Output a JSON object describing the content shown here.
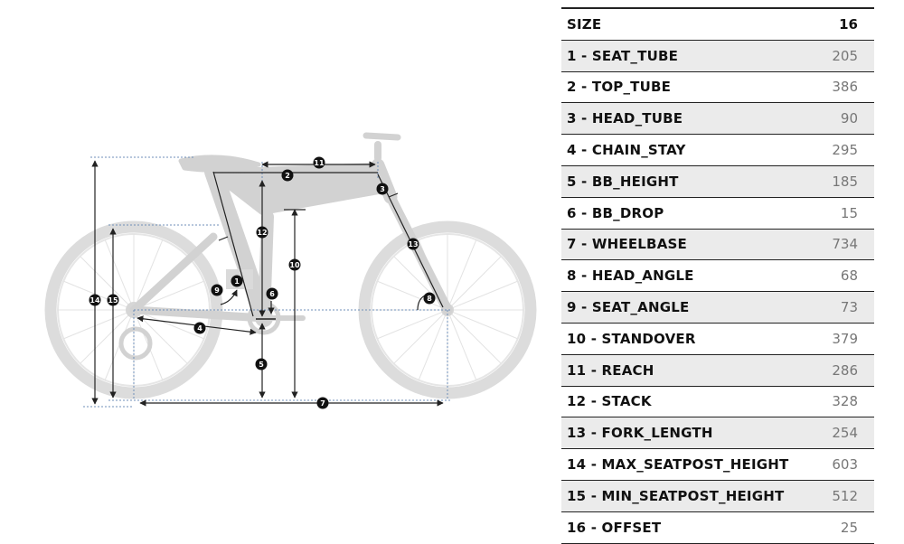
{
  "diagram": {
    "markers": [
      "1",
      "2",
      "3",
      "4",
      "5",
      "6",
      "7",
      "8",
      "9",
      "10",
      "11",
      "12",
      "13",
      "14",
      "15"
    ]
  },
  "table": {
    "header": {
      "label": "SIZE",
      "value": "16"
    },
    "rows": [
      {
        "label": "1 - SEAT_TUBE",
        "value": "205"
      },
      {
        "label": "2 - TOP_TUBE",
        "value": "386"
      },
      {
        "label": "3 - HEAD_TUBE",
        "value": "90"
      },
      {
        "label": "4 - CHAIN_STAY",
        "value": "295"
      },
      {
        "label": "5 - BB_HEIGHT",
        "value": "185"
      },
      {
        "label": "6 - BB_DROP",
        "value": "15"
      },
      {
        "label": "7 - WHEELBASE",
        "value": "734"
      },
      {
        "label": "8 - HEAD_ANGLE",
        "value": "68"
      },
      {
        "label": "9 - SEAT_ANGLE",
        "value": "73"
      },
      {
        "label": "10 - STANDOVER",
        "value": "379"
      },
      {
        "label": "11 - REACH",
        "value": "286"
      },
      {
        "label": "12 - STACK",
        "value": "328"
      },
      {
        "label": "13 - FORK_LENGTH",
        "value": "254"
      },
      {
        "label": "14 - MAX_SEATPOST_HEIGHT",
        "value": "603"
      },
      {
        "label": "15 - MIN_SEATPOST_HEIGHT",
        "value": "512"
      },
      {
        "label": "16 - OFFSET",
        "value": "25"
      }
    ]
  }
}
